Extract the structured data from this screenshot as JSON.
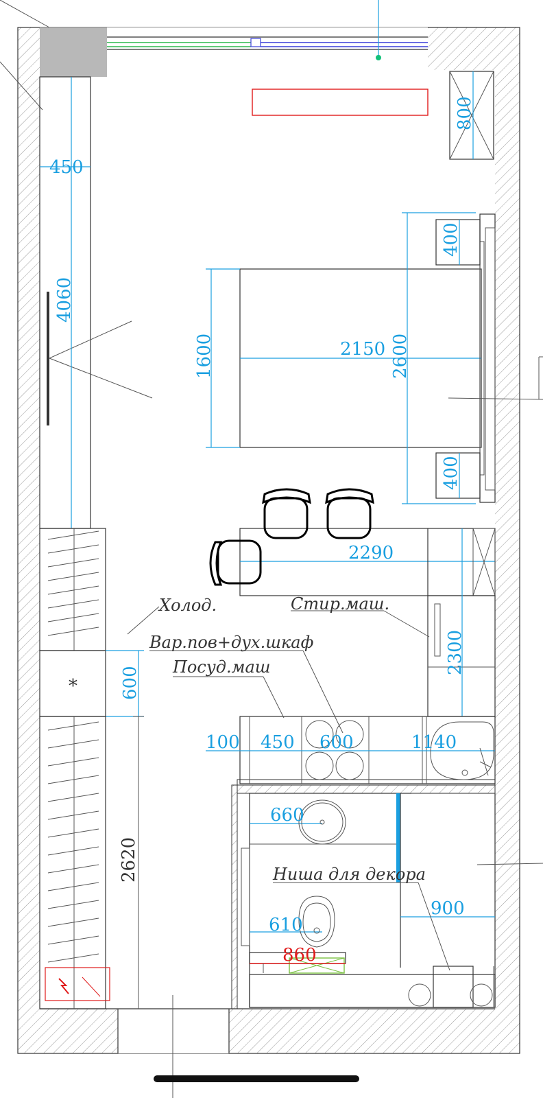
{
  "dimensions": {
    "wardrobe_depth": "450",
    "wardrobe_length": "4060",
    "tall_cabinet": "800",
    "nightstand_top": "400",
    "nightstand_bottom": "400",
    "bed_width": "1600",
    "bed_length": "2150",
    "bed_zone": "2600",
    "bar_counter": "2290",
    "fridge_width": "600",
    "kitchen_run": "2300",
    "gap": "100",
    "dishwasher": "450",
    "hob": "600",
    "sink_counter": "1140",
    "basin": "660",
    "corridor_length": "2620",
    "toilet": "610",
    "shower": "900",
    "niche_width": "860"
  },
  "labels": {
    "fridge": "Холод.",
    "washer": "Стир.маш.",
    "hob_oven": "Вар.пов+дух.шкаф",
    "dishwasher": "Посуд.маш",
    "niche": "Ниша для декора"
  },
  "symbols": {
    "fridge_mark": "*"
  },
  "colors": {
    "dimension": "#1a9fe0",
    "highlight": "#e01b1b",
    "line": "#333333",
    "window_green": "#2db84d",
    "window_blue": "#3a3fd8",
    "dot": "#12c07a"
  }
}
